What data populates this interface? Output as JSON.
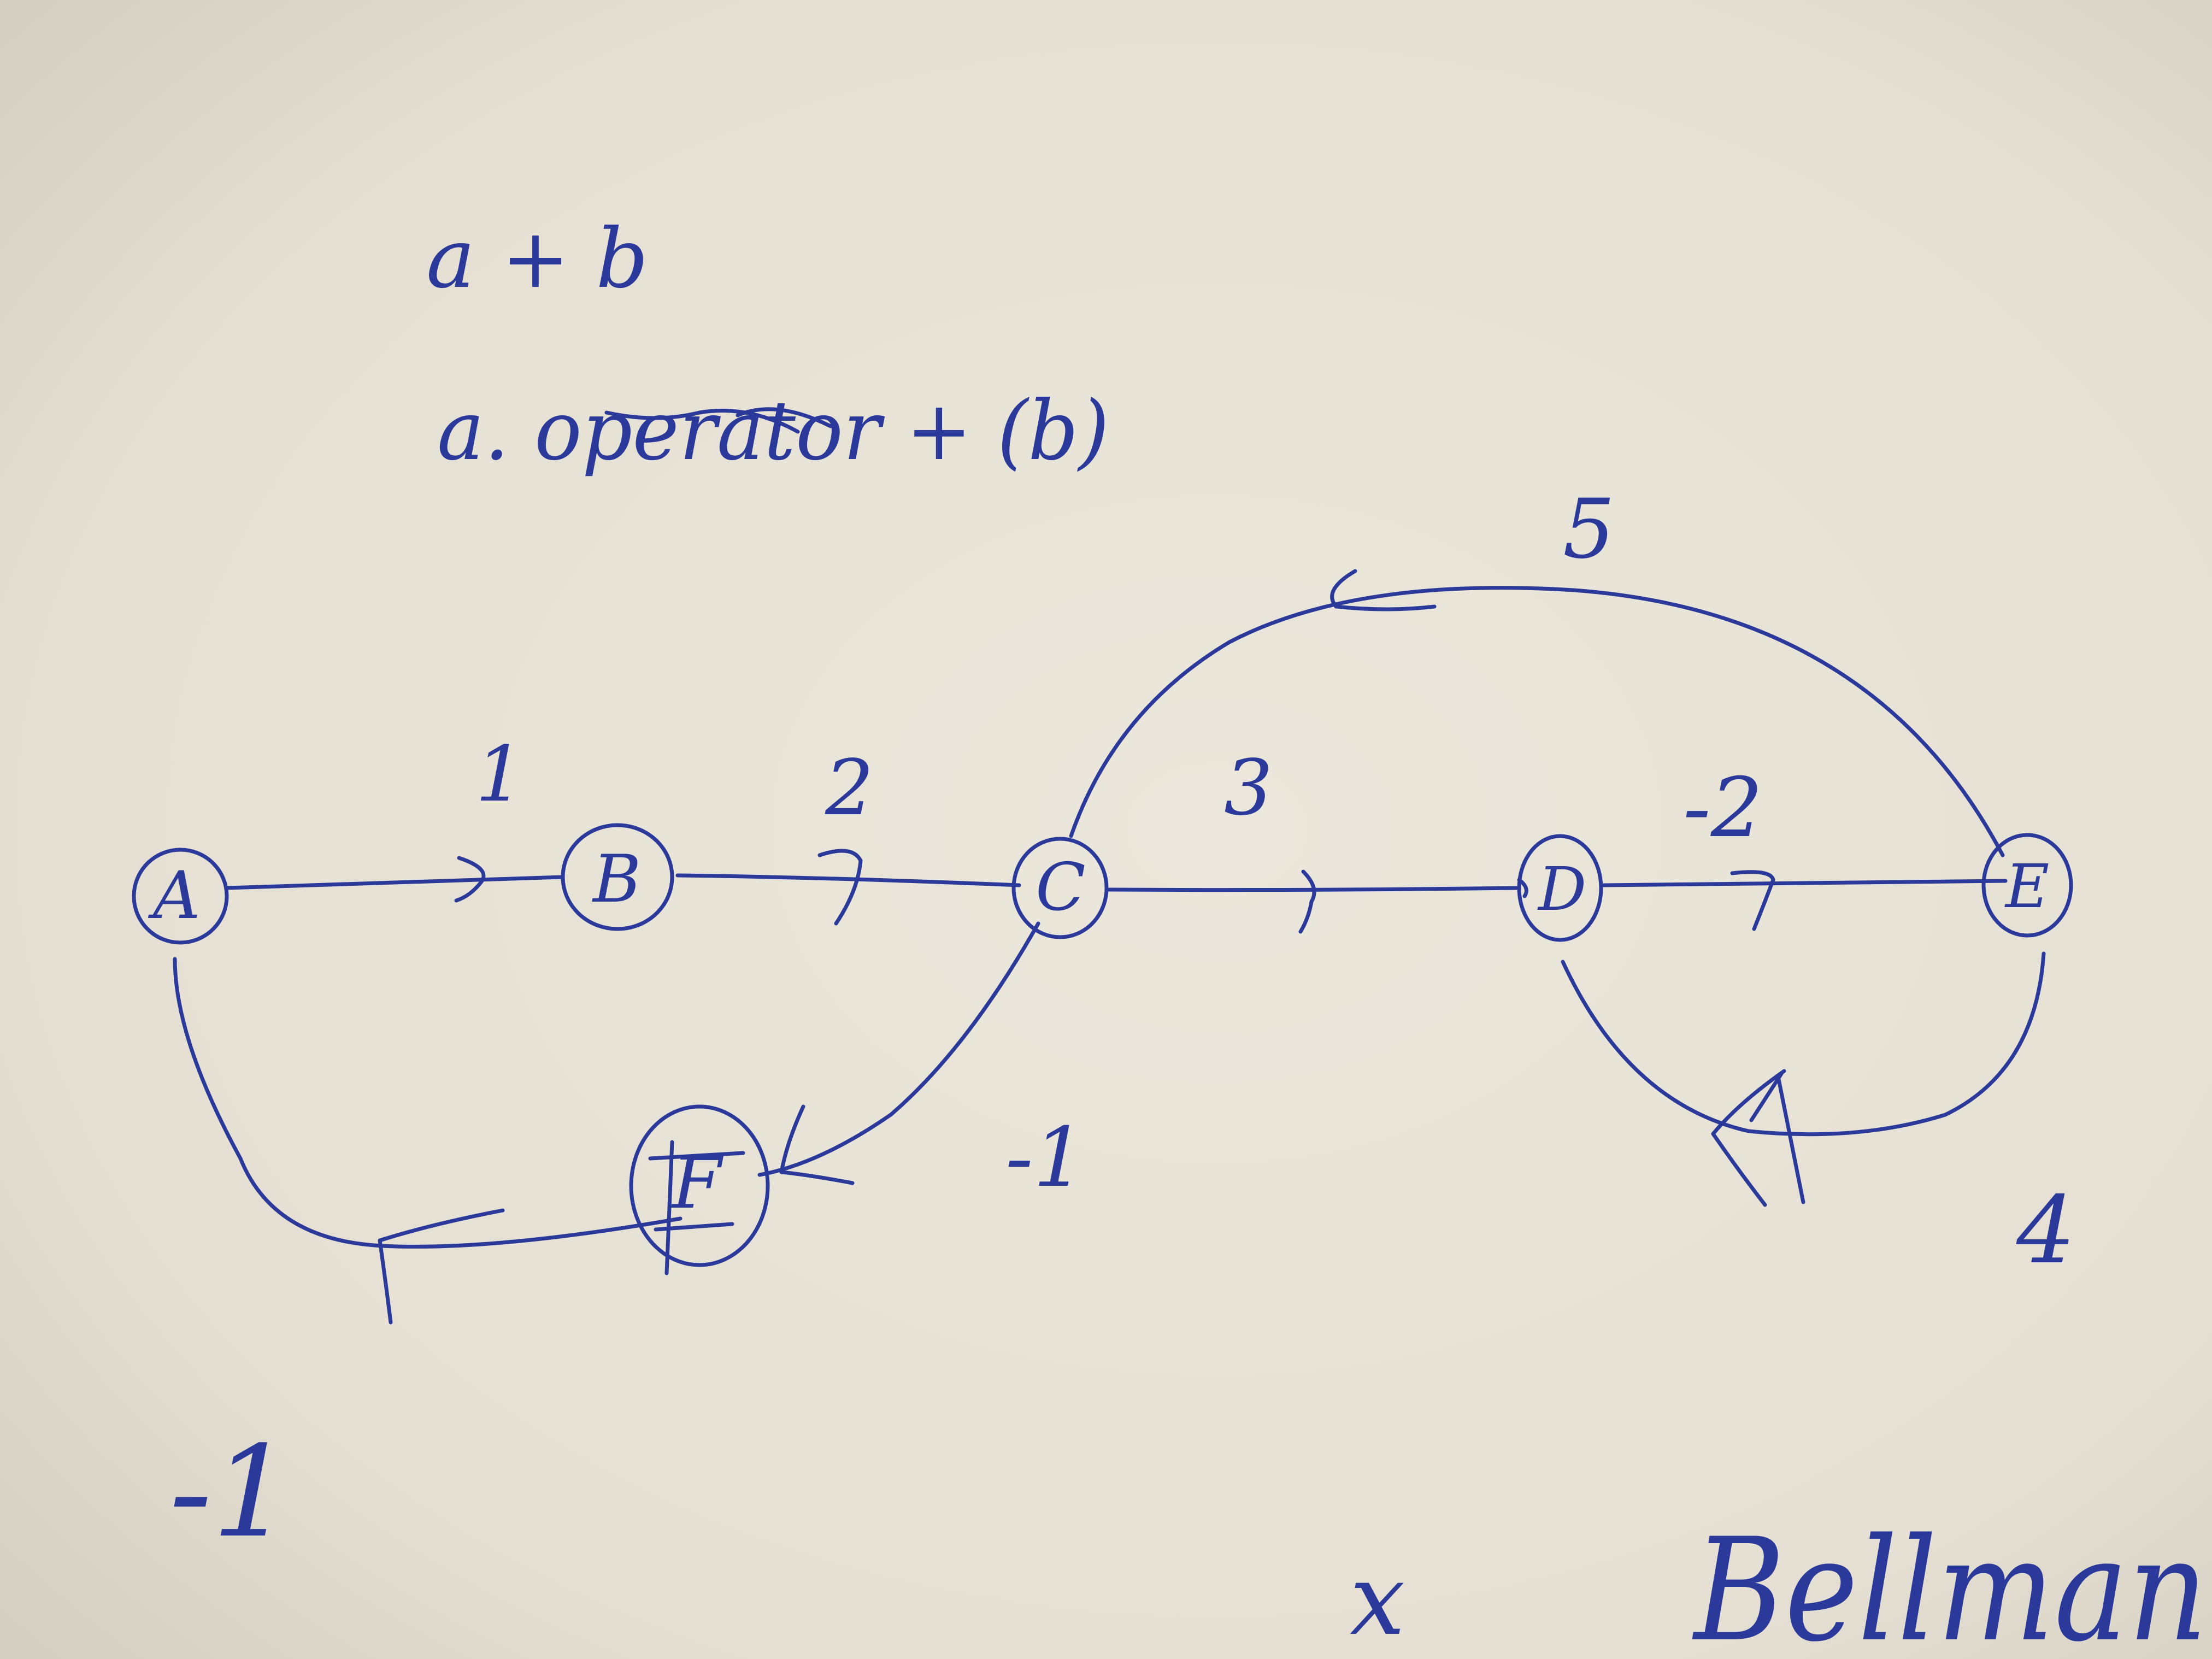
{
  "notes": {
    "line1": "a + b",
    "line2": "a. operator + (b)"
  },
  "nodes": [
    {
      "id": "A",
      "label": "A"
    },
    {
      "id": "B",
      "label": "B"
    },
    {
      "id": "C",
      "label": "C"
    },
    {
      "id": "D",
      "label": "D"
    },
    {
      "id": "E",
      "label": "E"
    },
    {
      "id": "F",
      "label": "F"
    }
  ],
  "edges": [
    {
      "from": "A",
      "to": "B",
      "weight": "1"
    },
    {
      "from": "B",
      "to": "C",
      "weight": "2"
    },
    {
      "from": "C",
      "to": "D",
      "weight": "3"
    },
    {
      "from": "D",
      "to": "E",
      "weight": "-2"
    },
    {
      "from": "E",
      "to": "C",
      "weight": "5"
    },
    {
      "from": "E",
      "to": "D",
      "weight": "4"
    },
    {
      "from": "C",
      "to": "F",
      "weight": "-1"
    },
    {
      "from": "F",
      "to": "A",
      "weight": "-1"
    }
  ],
  "footer": {
    "mark": "x",
    "word": "Bellman"
  },
  "colors": {
    "ink": "#2b3a9a",
    "paper": "#e7e2d6"
  }
}
